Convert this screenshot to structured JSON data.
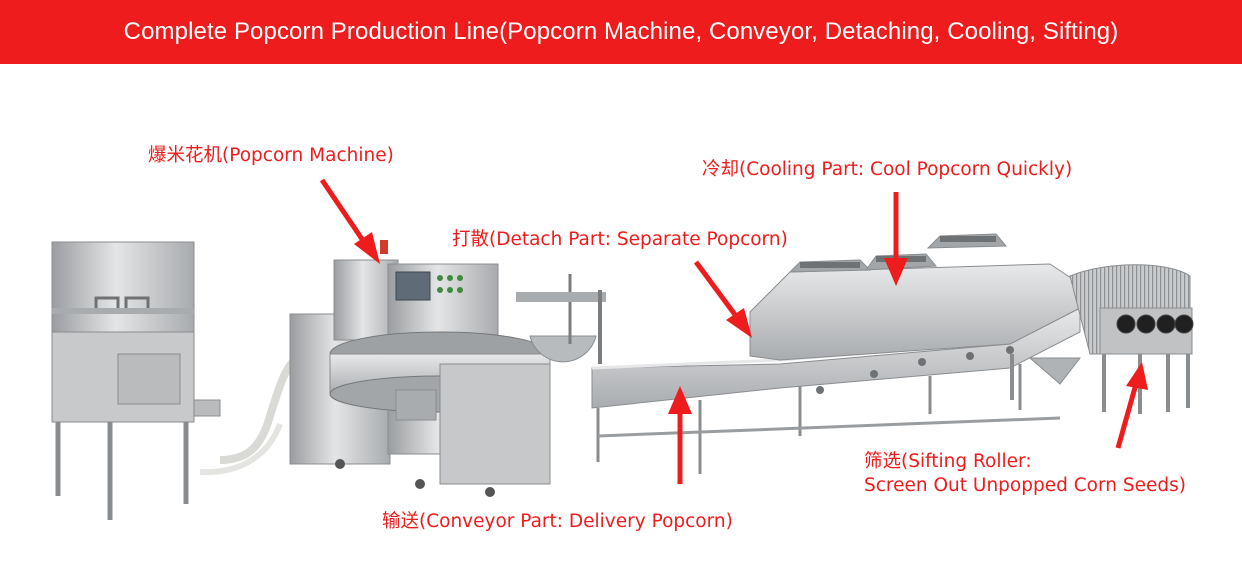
{
  "header": {
    "title": "Complete Popcorn Production Line(Popcorn Machine, Conveyor, Detaching, Cooling, Sifting)"
  },
  "colors": {
    "banner": "#ee1c1c",
    "label_text": "#ee1c1c",
    "arrow": "#ee1c1c",
    "steel_light": "#d9dadb",
    "steel_mid": "#b9bbbd",
    "steel_dark": "#8c8f92"
  },
  "labels": {
    "popcorn_machine": "爆米花机(Popcorn Machine)",
    "detach": "打散(Detach Part: Separate Popcorn)",
    "cooling": "冷却(Cooling Part: Cool Popcorn Quickly)",
    "conveyor": "输送(Conveyor Part: Delivery Popcorn)",
    "sifting_line1": "筛选(Sifting Roller:",
    "sifting_line2": "Screen Out Unpopped Corn Seeds)"
  }
}
